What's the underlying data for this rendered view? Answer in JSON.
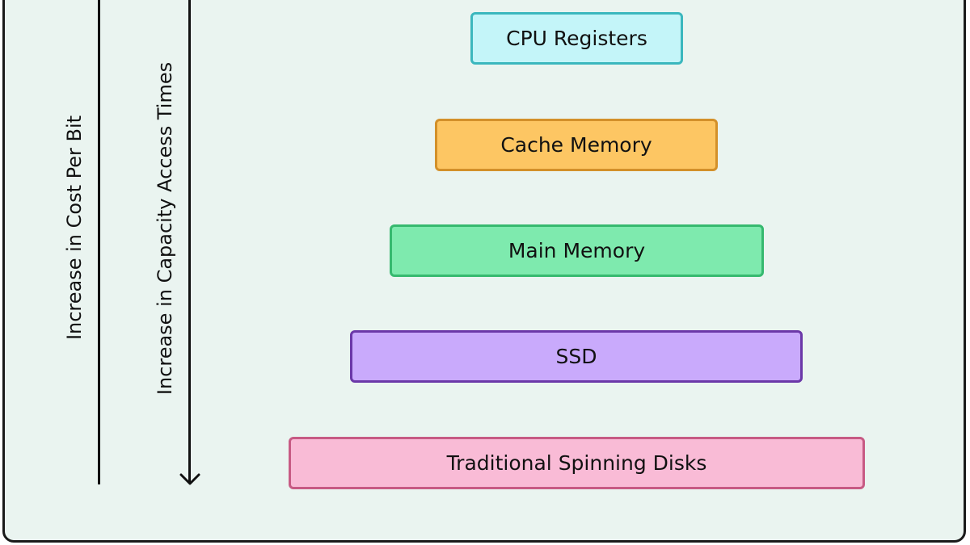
{
  "axes": {
    "cost_label": "Increase in Cost Per Bit",
    "capacity_label": "Increase in Capacity Access Times"
  },
  "hierarchy": [
    {
      "label": "CPU Registers",
      "fill": "#c4f5f9",
      "border": "#3bb7be"
    },
    {
      "label": "Cache Memory",
      "fill": "#fdc663",
      "border": "#d3902a"
    },
    {
      "label": "Main Memory",
      "fill": "#7eeaae",
      "border": "#36b96f"
    },
    {
      "label": "SSD",
      "fill": "#c9aafc",
      "border": "#6b38a8"
    },
    {
      "label": "Traditional Spinning Disks",
      "fill": "#f9bbd6",
      "border": "#c75a84"
    }
  ]
}
